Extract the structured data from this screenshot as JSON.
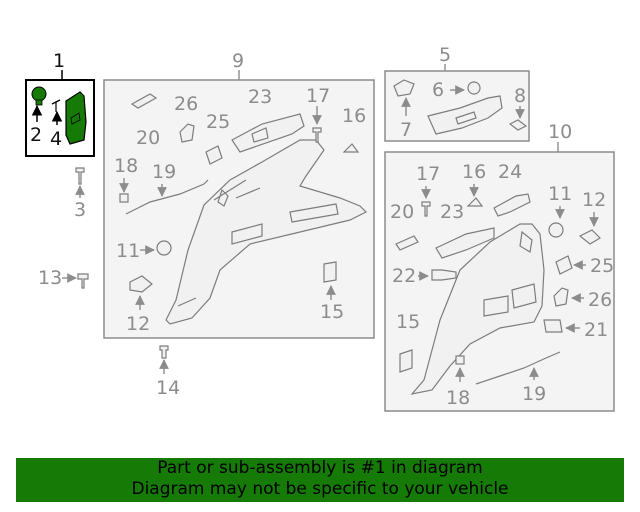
{
  "diagram": {
    "callouts": {
      "c1": "1",
      "c2": "2",
      "c3": "3",
      "c4": "4",
      "c5": "5",
      "c6": "6",
      "c7": "7",
      "c8": "8",
      "c9": "9",
      "c10": "10",
      "c11a": "11",
      "c11b": "11",
      "c12a": "12",
      "c12b": "12",
      "c13": "13",
      "c14": "14",
      "c15a": "15",
      "c15b": "15",
      "c16a": "16",
      "c16b": "16",
      "c17a": "17",
      "c17b": "17",
      "c18a": "18",
      "c18b": "18",
      "c19a": "19",
      "c19b": "19",
      "c20a": "20",
      "c20b": "20",
      "c21": "21",
      "c22": "22",
      "c23a": "23",
      "c23b": "23",
      "c24": "24",
      "c25a": "25",
      "c25b": "25",
      "c26a": "26",
      "c26b": "26"
    },
    "highlight_color": "#167a07"
  },
  "banner": {
    "line1": "Part or sub-assembly is #1 in diagram",
    "line2": "Diagram may not be specific to your vehicle",
    "background": "#167a07"
  }
}
